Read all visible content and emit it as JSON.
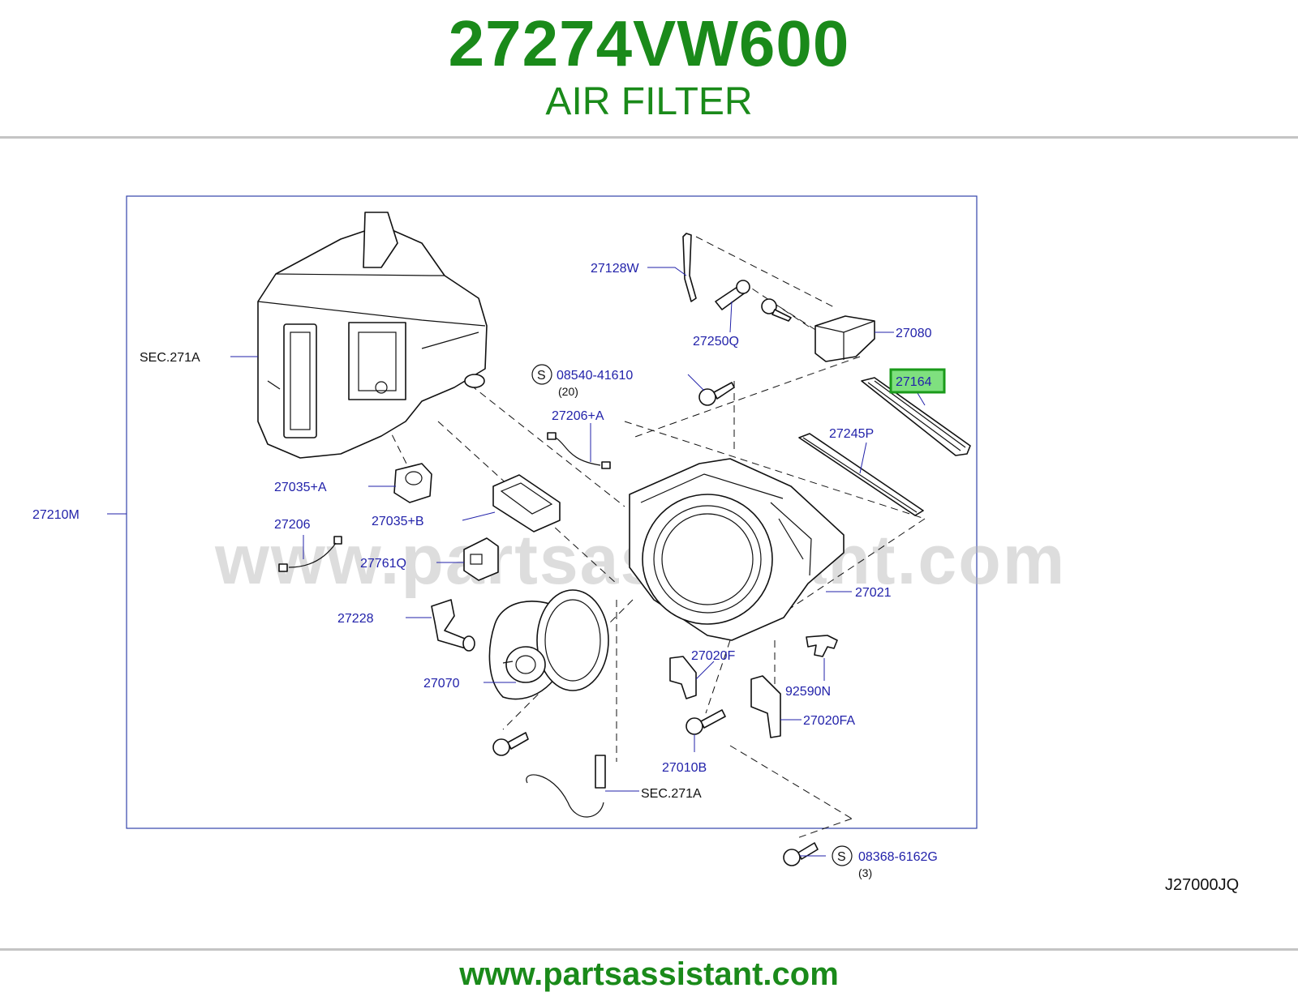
{
  "header": {
    "part_number": "27274VW600",
    "part_name": "AIR FILTER"
  },
  "diagram": {
    "watermark": "www.partsassistant.com",
    "diagram_code": "J27000JQ",
    "highlighted_part": "27164",
    "labels": {
      "sec271a_top": "SEC.271A",
      "p27210m": "27210M",
      "p27128w": "27128W",
      "p27250q": "27250Q",
      "p27080": "27080",
      "s_mark_1": "S",
      "p08540": "08540-41610",
      "qty_20": "(20)",
      "p27164": "27164",
      "p27206a": "27206+A",
      "p27245p": "27245P",
      "p27035a": "27035+A",
      "p27035b": "27035+B",
      "p27206": "27206",
      "p27761q": "27761Q",
      "p27021": "27021",
      "p27228": "27228",
      "p27020f": "27020F",
      "p92590n": "92590N",
      "p27070": "27070",
      "p27020fa": "27020FA",
      "p27010b": "27010B",
      "sec271a_bottom": "SEC.271A",
      "s_mark_2": "S",
      "p08368": "08368-6162G",
      "qty_3": "(3)"
    }
  },
  "footer": {
    "url": "www.partsassistant.com"
  },
  "colors": {
    "brand_green": "#1a8a1a",
    "label_blue": "#2222aa",
    "highlight_fill": "#7fe07f"
  }
}
